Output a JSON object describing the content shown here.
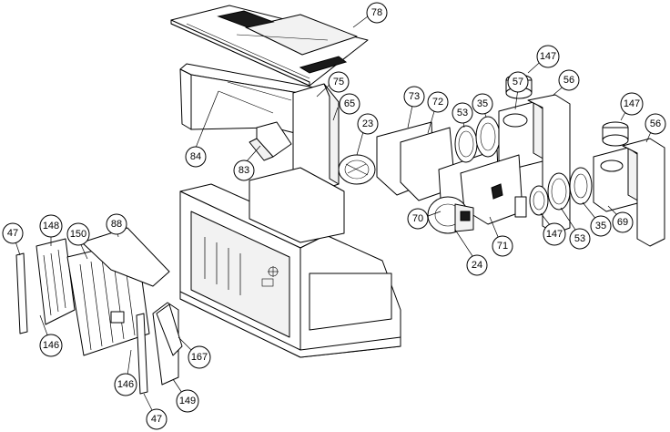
{
  "callouts": [
    {
      "id": "c78",
      "label": "78"
    },
    {
      "id": "c75",
      "label": "75"
    },
    {
      "id": "c65",
      "label": "65"
    },
    {
      "id": "c23",
      "label": "23"
    },
    {
      "id": "c84",
      "label": "84"
    },
    {
      "id": "c83",
      "label": "83"
    },
    {
      "id": "c73",
      "label": "73"
    },
    {
      "id": "c72",
      "label": "72"
    },
    {
      "id": "c53a",
      "label": "53"
    },
    {
      "id": "c35a",
      "label": "35"
    },
    {
      "id": "c57",
      "label": "57"
    },
    {
      "id": "c147a",
      "label": "147"
    },
    {
      "id": "c56a",
      "label": "56"
    },
    {
      "id": "c147b",
      "label": "147"
    },
    {
      "id": "c56b",
      "label": "56"
    },
    {
      "id": "c70",
      "label": "70"
    },
    {
      "id": "c71",
      "label": "71"
    },
    {
      "id": "c24",
      "label": "24"
    },
    {
      "id": "c147c",
      "label": "147"
    },
    {
      "id": "c53b",
      "label": "53"
    },
    {
      "id": "c35b",
      "label": "35"
    },
    {
      "id": "c69",
      "label": "69"
    },
    {
      "id": "c47a",
      "label": "47"
    },
    {
      "id": "c148",
      "label": "148"
    },
    {
      "id": "c150",
      "label": "150"
    },
    {
      "id": "c88",
      "label": "88"
    },
    {
      "id": "c146a",
      "label": "146"
    },
    {
      "id": "c146b",
      "label": "146"
    },
    {
      "id": "c167",
      "label": "167"
    },
    {
      "id": "c149",
      "label": "149"
    },
    {
      "id": "c47b",
      "label": "47"
    }
  ]
}
